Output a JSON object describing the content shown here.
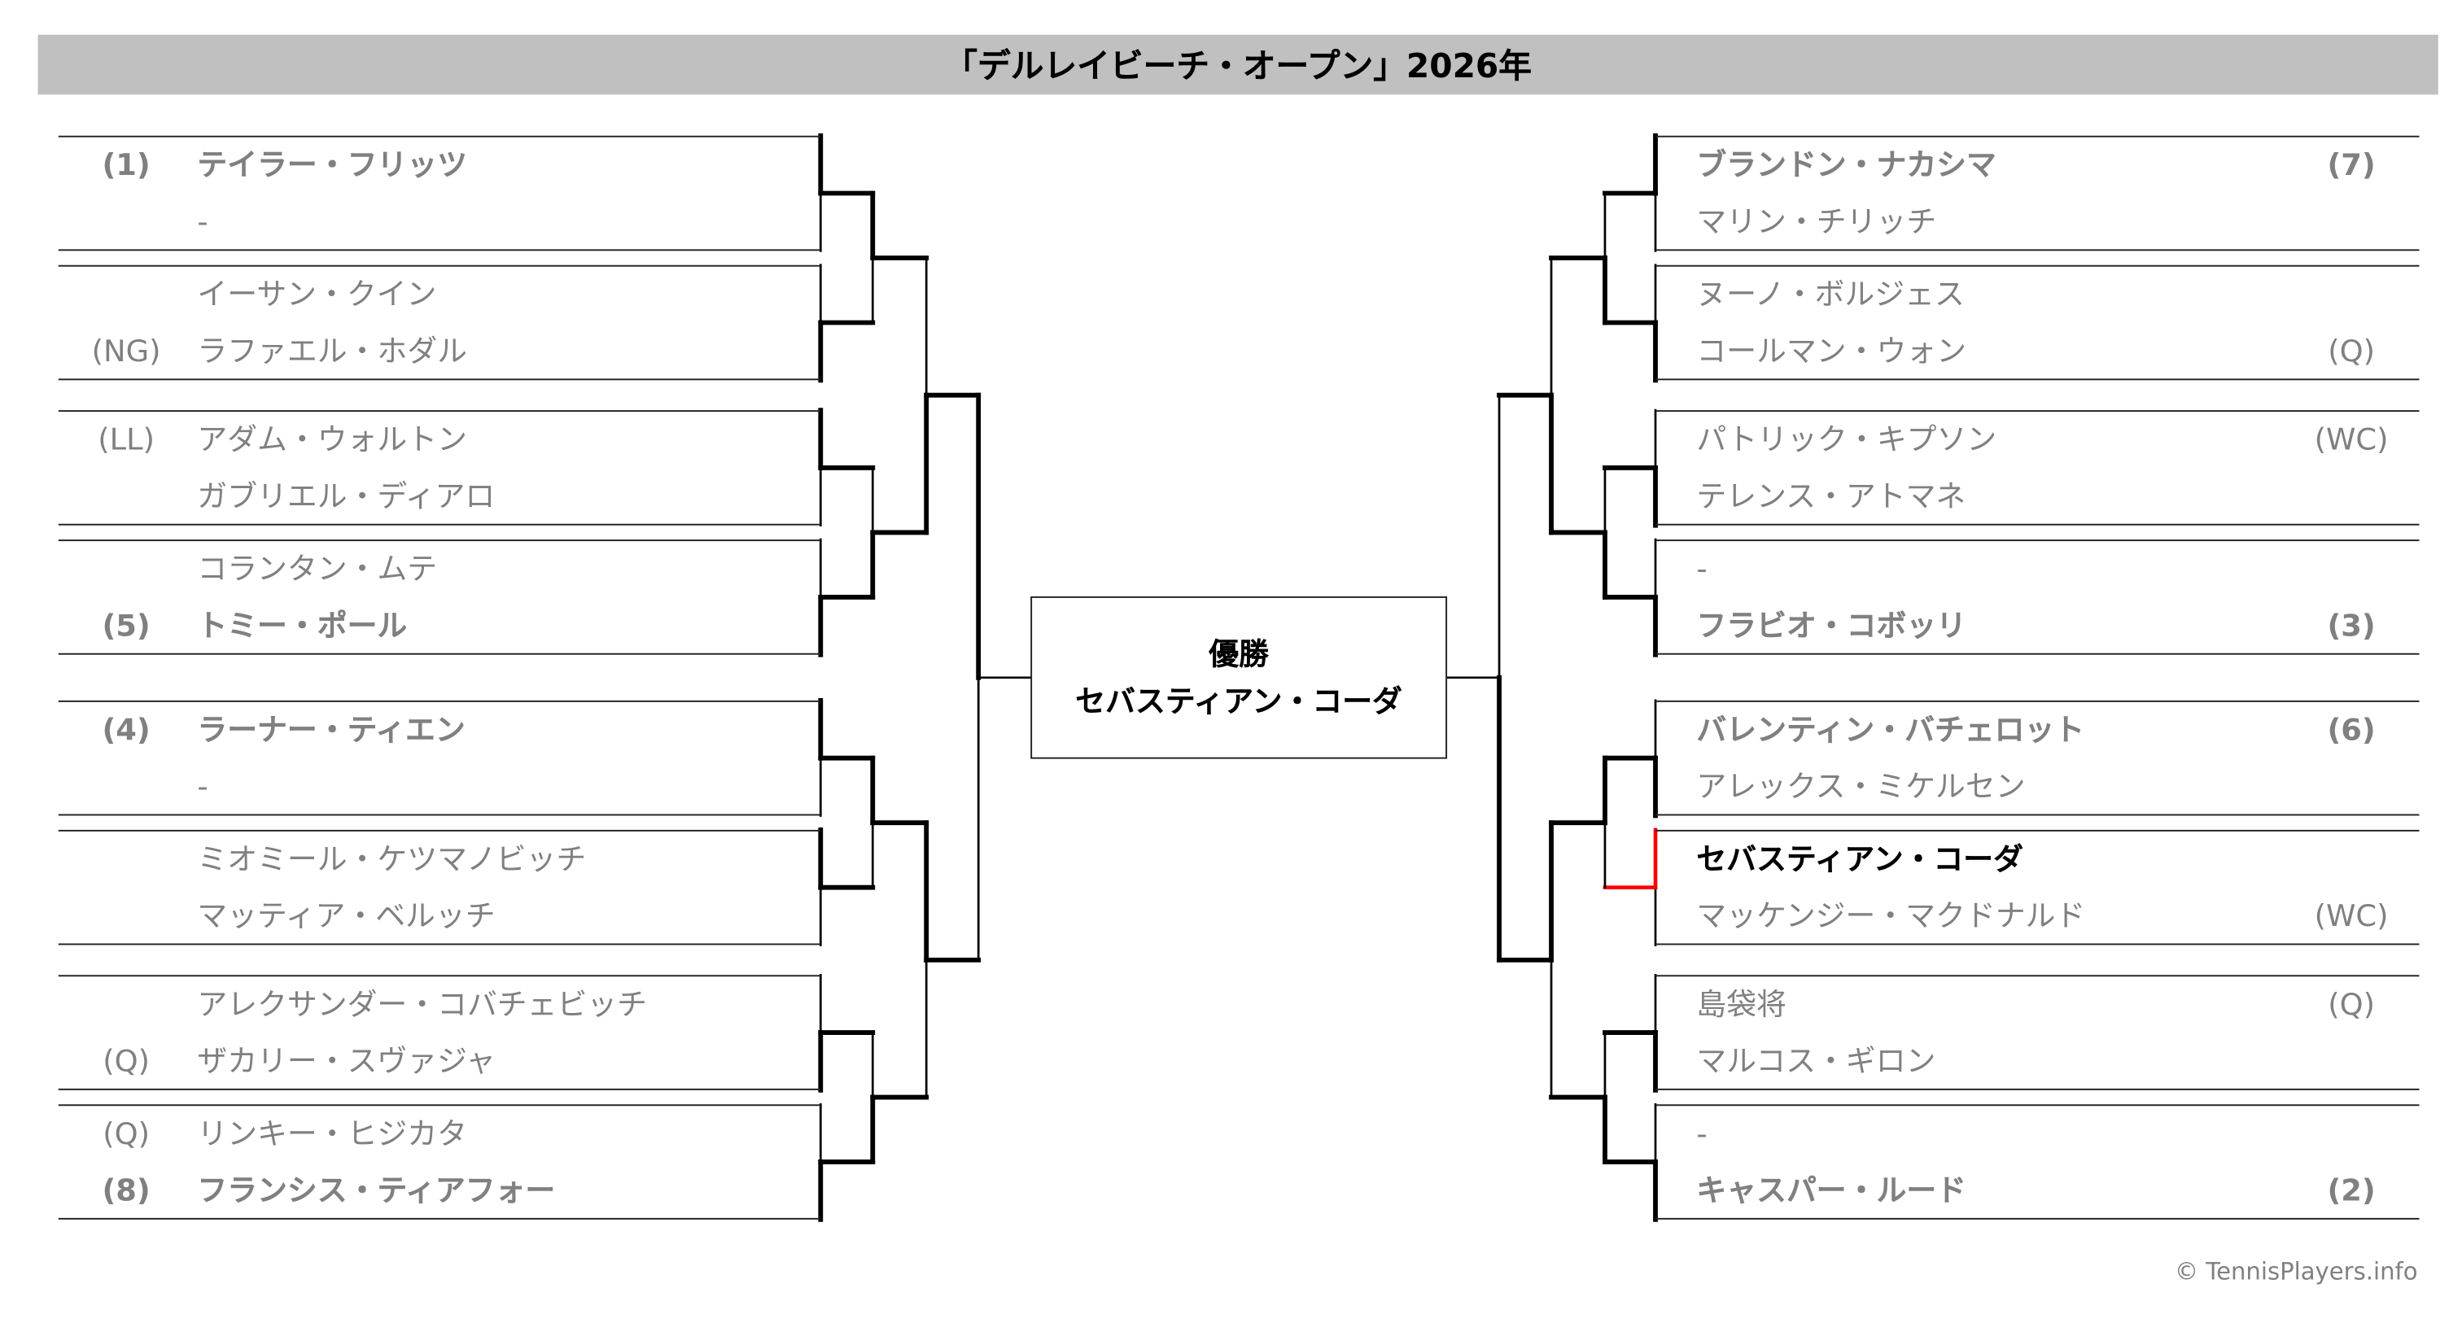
{
  "title": "「デルレイビーチ・オープン」2026年",
  "champion": {
    "label": "優勝",
    "name": "セバスティアン・コーダ"
  },
  "copyright": "© TennisPlayers.info",
  "colors": {
    "title_bg": "#c0c0c0",
    "player_text": "#808080",
    "line": "#000000",
    "champion_path": "#ff0000"
  },
  "left": {
    "r1": [
      {
        "players": [
          {
            "seed": "(1)",
            "name": "テイラー・フリッツ",
            "bold": true
          },
          {
            "seed": "",
            "name": "-"
          }
        ],
        "winner": 0
      },
      {
        "players": [
          {
            "seed": "",
            "name": "イーサン・クイン"
          },
          {
            "seed": "(NG)",
            "name": "ラファエル・ホダル"
          }
        ],
        "winner": 1
      },
      {
        "players": [
          {
            "seed": "(LL)",
            "name": "アダム・ウォルトン"
          },
          {
            "seed": "",
            "name": "ガブリエル・ディアロ"
          }
        ],
        "winner": 0
      },
      {
        "players": [
          {
            "seed": "",
            "name": "コランタン・ムテ"
          },
          {
            "seed": "(5)",
            "name": "トミー・ポール",
            "bold": true
          }
        ],
        "winner": 1
      },
      {
        "players": [
          {
            "seed": "(4)",
            "name": "ラーナー・ティエン",
            "bold": true
          },
          {
            "seed": "",
            "name": "-"
          }
        ],
        "winner": 0
      },
      {
        "players": [
          {
            "seed": "",
            "name": "ミオミール・ケツマノビッチ"
          },
          {
            "seed": "",
            "name": "マッティア・ベルッチ"
          }
        ],
        "winner": 0
      },
      {
        "players": [
          {
            "seed": "",
            "name": "アレクサンダー・コバチェビッチ"
          },
          {
            "seed": "(Q)",
            "name": "ザカリー・スヴァジャ"
          }
        ],
        "winner": 1
      },
      {
        "players": [
          {
            "seed": "(Q)",
            "name": "リンキー・ヒジカタ"
          },
          {
            "seed": "(8)",
            "name": "フランシス・ティアフォー",
            "bold": true
          }
        ],
        "winner": 1
      }
    ],
    "r2_winners": [
      0,
      1,
      0,
      1
    ],
    "r3_winners": [
      1,
      0
    ],
    "sf_winner": 0
  },
  "right": {
    "r1": [
      {
        "players": [
          {
            "seed": "(7)",
            "name": "ブランドン・ナカシマ",
            "bold": true
          },
          {
            "seed": "",
            "name": "マリン・チリッチ"
          }
        ],
        "winner": 0
      },
      {
        "players": [
          {
            "seed": "",
            "name": "ヌーノ・ボルジェス"
          },
          {
            "seed": "(Q)",
            "name": "コールマン・ウォン"
          }
        ],
        "winner": 1
      },
      {
        "players": [
          {
            "seed": "(WC)",
            "name": "パトリック・キプソン"
          },
          {
            "seed": "",
            "name": "テレンス・アトマネ"
          }
        ],
        "winner": 1
      },
      {
        "players": [
          {
            "seed": "",
            "name": "-"
          },
          {
            "seed": "(3)",
            "name": "フラビオ・コボッリ",
            "bold": true
          }
        ],
        "winner": 1
      },
      {
        "players": [
          {
            "seed": "(6)",
            "name": "バレンティン・バチェロット",
            "bold": true
          },
          {
            "seed": "",
            "name": "アレックス・ミケルセン"
          }
        ],
        "winner": 1
      },
      {
        "players": [
          {
            "seed": "",
            "name": "セバスティアン・コーダ",
            "bold": true,
            "champion": true
          },
          {
            "seed": "(WC)",
            "name": "マッケンジー・マクドナルド"
          }
        ],
        "winner": 0
      },
      {
        "players": [
          {
            "seed": "(Q)",
            "name": "島袋将"
          },
          {
            "seed": "",
            "name": "マルコス・ギロン"
          }
        ],
        "winner": 1
      },
      {
        "players": [
          {
            "seed": "",
            "name": "-"
          },
          {
            "seed": "(2)",
            "name": "キャスパー・ルード",
            "bold": true
          }
        ],
        "winner": 1
      }
    ],
    "r2_winners": [
      1,
      1,
      0,
      1
    ],
    "r3_winners": [
      1,
      0
    ],
    "sf_winner": 1
  }
}
